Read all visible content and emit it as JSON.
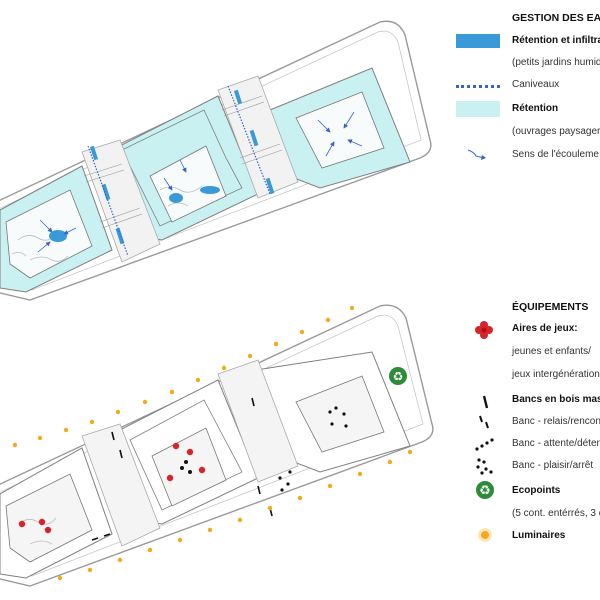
{
  "legend_water": {
    "title": "GESTION DES EAU",
    "items": [
      {
        "label": "Rétention et infiltra",
        "symbol": "solid-blue-bar"
      },
      {
        "label": "(petits jardins humide",
        "symbol": "none"
      },
      {
        "label": "Caniveaux",
        "symbol": "dotted-blue-line"
      },
      {
        "label": "Rétention",
        "symbol": "light-cyan-box"
      },
      {
        "label": "(ouvrages paysager",
        "symbol": "none"
      },
      {
        "label": "Sens de l'écouleme",
        "symbol": "flow-arrow-icon"
      }
    ]
  },
  "legend_equipment": {
    "title": "ÉQUIPEMENTS",
    "items": [
      {
        "label": "Aires de jeux:",
        "symbol": "red-flower-icon"
      },
      {
        "label": "jeunes et enfants/",
        "symbol": "none"
      },
      {
        "label": "jeux intergénérationn",
        "symbol": "none"
      },
      {
        "label": "Bancs en bois mas",
        "symbol": "bench-icon"
      },
      {
        "label": "Banc - relais/rencont",
        "symbol": "bench-pair-icon"
      },
      {
        "label": "Banc - attente/déten",
        "symbol": "bench-row-icon"
      },
      {
        "label": "Banc - plaisir/arrêt",
        "symbol": "bench-cluster-icon"
      },
      {
        "label": "Ecopoints",
        "symbol": "recycle-icon"
      },
      {
        "label": "(5 cont. entérrés, 3 c",
        "symbol": "none"
      },
      {
        "label": "Luminaires",
        "symbol": "lamp-icon"
      }
    ]
  },
  "colors": {
    "retention": "#c9f1f1",
    "infiltration": "#3a9ad8",
    "outline": "#7f7f7f",
    "playground": "#d9232a",
    "luminaire": "#f3a91a",
    "ecopoint": "#2e8b3a"
  }
}
